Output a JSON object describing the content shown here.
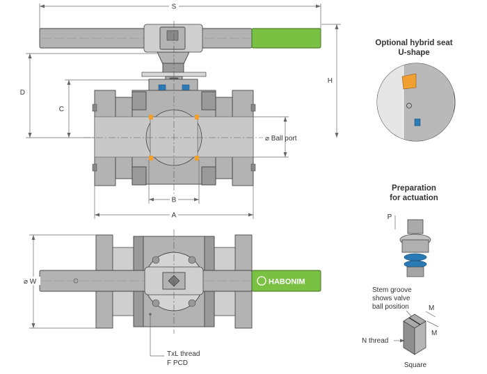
{
  "dimensions": {
    "s": "S",
    "h": "H",
    "d": "D",
    "c": "C",
    "b": "B",
    "a": "A",
    "w": "⌀ W",
    "ball_port": "⌀ Ball port"
  },
  "callouts": {
    "thread_line1": "TxL thread",
    "thread_line2": "F PCD"
  },
  "hybrid_seat": {
    "title_line1": "Optional hybrid seat",
    "title_line2": "U-shape"
  },
  "actuation": {
    "title_line1": "Preparation",
    "title_line2": "for actuation",
    "p_label": "P"
  },
  "stem": {
    "groove_line1": "Stem groove",
    "groove_line2": "shows valve",
    "groove_line3": "ball position",
    "m_label_1": "M",
    "m_label_2": "M",
    "n_thread": "N thread",
    "square": "Square"
  },
  "handle_logo": {
    "brand": "HABONIM"
  },
  "colors": {
    "handle_green": "#7ac143",
    "seat_orange": "#f0a030",
    "seal_blue": "#2a7bb5",
    "body_gray": "#b3b3b3"
  }
}
